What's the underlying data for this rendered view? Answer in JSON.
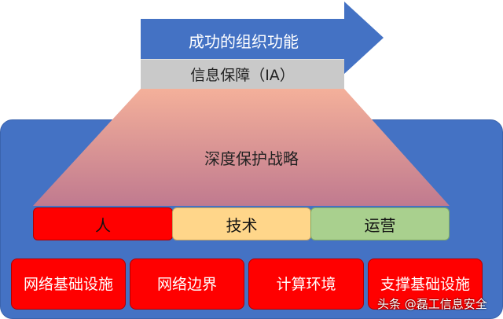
{
  "colors": {
    "outer_box": "#4472C4",
    "arrow": "#4472C4",
    "ia_bar": "#C9C9C9",
    "trapezoid_top": "#F4B09A",
    "trapezoid_bottom": "#C07A8F",
    "people": "#FF0000",
    "technology": "#FFD68A",
    "operations": "#A9D08E",
    "infrastructure": "#FF0000"
  },
  "top_arrow": {
    "label": "成功的组织功能",
    "icon": "right-arrow-shape"
  },
  "ia_bar": {
    "label": "信息保障（IA）"
  },
  "strategy": {
    "label": "深度保护战略"
  },
  "pillars": [
    {
      "label": "人"
    },
    {
      "label": "技术"
    },
    {
      "label": "运营"
    }
  ],
  "infrastructure": [
    {
      "label": "网络基础设施"
    },
    {
      "label": "网络边界"
    },
    {
      "label": "计算环境"
    },
    {
      "label": "支撑基础设施"
    }
  ],
  "watermark": {
    "text": "头条 @磊工信息安全"
  }
}
